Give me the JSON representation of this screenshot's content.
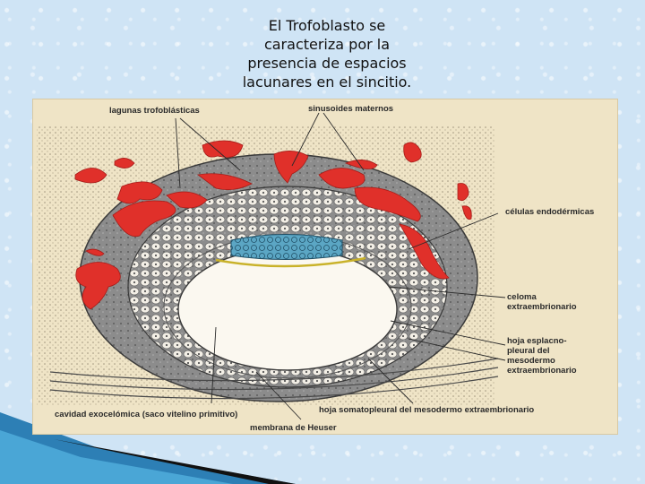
{
  "slide": {
    "title_lines": [
      "El Trofoblasto se",
      "caracteriza por la",
      "presencia de espacios",
      "lacunares en el sincitio."
    ]
  },
  "diagram": {
    "labels": {
      "lagunas": "lagunas trofoblásticas",
      "sinusoides": "sinusoides maternos",
      "endodermicas": "células endodérmicas",
      "celoma_1": "celoma",
      "celoma_2": "extraembrionario",
      "hoja_esplac_1": "hoja esplacno-",
      "hoja_esplac_2": "pleural del",
      "hoja_esplac_3": "mesodermo",
      "hoja_esplac_4": "extraembrionario",
      "cavidad": "cavidad exocelómica (saco vitelino primitivo)",
      "hoja_somato": "hoja somatopleural del mesodermo extraembrionario",
      "membrana": "membrana de Heuser"
    },
    "colors": {
      "lacunae": "#e0302a",
      "trophoblast": "#8c8c8c",
      "embryo": "#5ba6c4",
      "paper": "#efe4c6"
    }
  }
}
